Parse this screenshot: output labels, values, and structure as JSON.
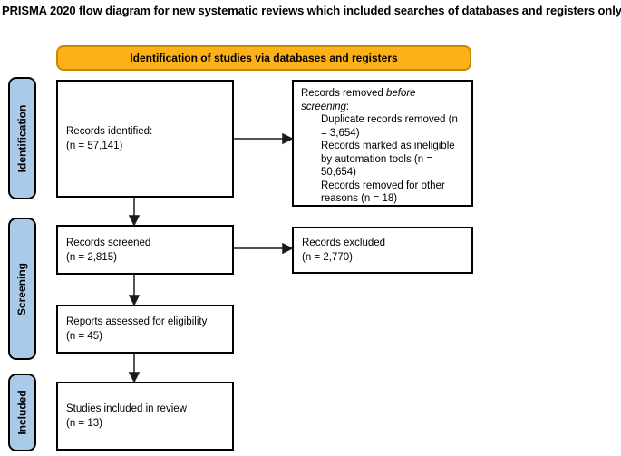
{
  "page_title": "PRISMA 2020 flow diagram for new systematic reviews which included searches of databases and registers only",
  "banner": {
    "label": "Identification of studies via databases and registers"
  },
  "sidebar": {
    "stages": [
      {
        "label": "Identification"
      },
      {
        "label": "Screening"
      },
      {
        "label": "Included"
      }
    ]
  },
  "boxes": {
    "records_identified": {
      "line1": "Records identified:",
      "line2": "(n = 57,141)"
    },
    "records_removed": {
      "prefix": "Records removed ",
      "italic": "before screening",
      "suffix": ":",
      "items": [
        "Duplicate records removed (n = 3,654)",
        "Records marked as ineligible by automation tools (n = 50,654)",
        "Records removed for other reasons (n = 18)"
      ]
    },
    "records_screened": {
      "line1": "Records screened",
      "line2": "(n = 2,815)"
    },
    "records_excluded": {
      "line1": "Records excluded",
      "line2": "(n = 2,770)"
    },
    "reports_assessed": {
      "line1": "Reports assessed for eligibility",
      "line2": "(n = 45)"
    },
    "studies_included": {
      "line1": "Studies included in review",
      "line2": "(n = 13)"
    }
  },
  "colors": {
    "banner_fill": "#FBB117",
    "banner_border": "#C68A00",
    "stage_fill": "#A9CBE9",
    "box_border": "#000000",
    "arrow_color": "#1a1a1a"
  }
}
